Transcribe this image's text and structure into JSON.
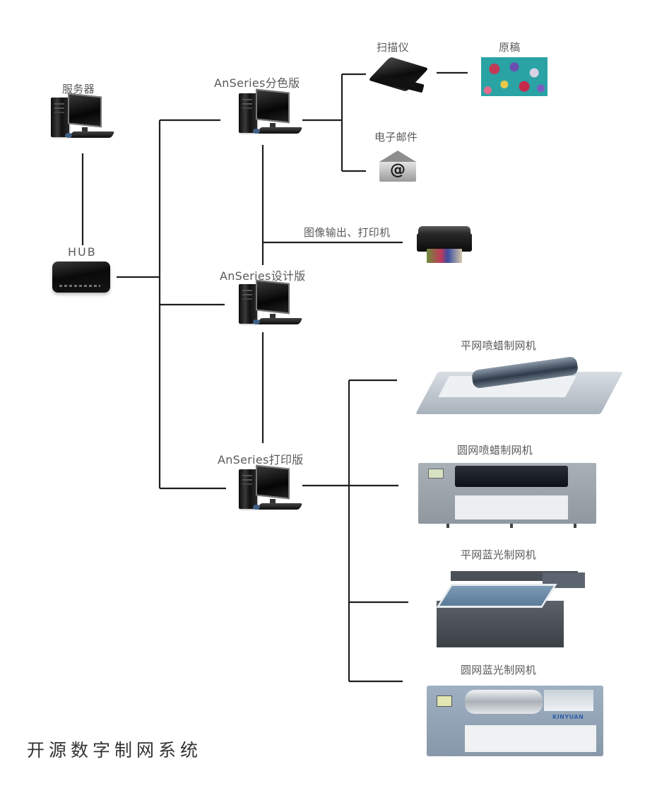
{
  "diagram": {
    "title": "开源数字制网系统",
    "type": "network-topology",
    "nodes": {
      "server": {
        "label": "服务器",
        "icon": "server-computer-icon"
      },
      "hub": {
        "label": "HUB",
        "icon": "network-hub-icon"
      },
      "separation": {
        "label": "AnSeries分色版",
        "icon": "workstation-icon"
      },
      "scanner": {
        "label": "扫描仪",
        "icon": "scanner-icon"
      },
      "original": {
        "label": "原稿",
        "icon": "floral-fabric-image"
      },
      "email": {
        "label": "电子邮件",
        "icon": "email-envelope-icon",
        "glyph": "@"
      },
      "printer": {
        "label": "图像输出、打印机",
        "icon": "inkjet-printer-icon"
      },
      "design": {
        "label": "AnSeries设计版",
        "icon": "workstation-icon"
      },
      "print": {
        "label": "AnSeries打印版",
        "icon": "workstation-icon"
      },
      "flat_wax": {
        "label": "平网喷蜡制网机",
        "icon": "flat-screen-wax-engraver-image"
      },
      "round_wax": {
        "label": "圆网喷蜡制网机",
        "icon": "rotary-screen-wax-engraver-image"
      },
      "flat_blue": {
        "label": "平网蓝光制网机",
        "icon": "flat-screen-bluelight-engraver-image"
      },
      "round_blue": {
        "label": "圆网蓝光制网机",
        "icon": "rotary-screen-bluelight-engraver-image",
        "brand": "KINYUAN"
      }
    },
    "edges": [
      [
        "server",
        "hub"
      ],
      [
        "hub",
        "separation"
      ],
      [
        "hub",
        "design"
      ],
      [
        "hub",
        "print"
      ],
      [
        "separation",
        "scanner"
      ],
      [
        "separation",
        "email"
      ],
      [
        "scanner",
        "original"
      ],
      [
        "separation",
        "design"
      ],
      [
        "separation",
        "printer"
      ],
      [
        "design",
        "print"
      ],
      [
        "print",
        "flat_wax"
      ],
      [
        "print",
        "round_wax"
      ],
      [
        "print",
        "flat_blue"
      ],
      [
        "print",
        "round_blue"
      ]
    ],
    "line_color": "#1e1e1e",
    "label_color": "#5a5a5a"
  }
}
